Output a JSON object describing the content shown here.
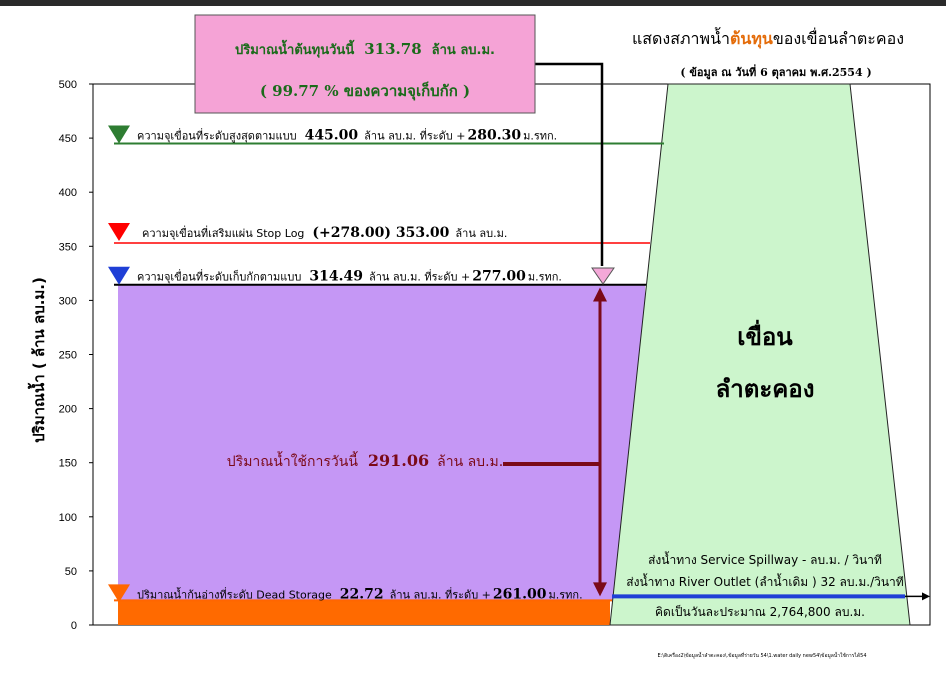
{
  "chart_data": {
    "type": "area",
    "title_parts": [
      "แสดงสภาพน้ำ",
      "ต้นทุน",
      "ของเขื่อนลำตะคอง"
    ],
    "subtitle": "( ข้อมูล ณ วันที่ 6 ตุลาคม พ.ศ.2554 )",
    "ylabel": "ปริมาณน้ำ ( ล้าน ลบ.ม.)",
    "ylim": [
      0,
      500
    ],
    "yticks": [
      0,
      50,
      100,
      150,
      200,
      250,
      300,
      350,
      400,
      450,
      500
    ],
    "grid": false,
    "current_storage": 313.78,
    "current_storage_pct": 99.77,
    "usable_storage": 291.06,
    "levels": [
      {
        "key": "max",
        "value": 445.0,
        "color": "#2e7d32",
        "label": "ความจุเขื่อนที่ระดับสูงสุดตามแบบ",
        "value_text": "445.00",
        "mid_text": "ล้าน ลบ.ม. ที่ระดับ +",
        "elev_text": "280.30",
        "end_text": "ม.รทก."
      },
      {
        "key": "stoplog",
        "value": 353.0,
        "color": "#ff0000",
        "label": "ความจุเขื่อนที่เสริมแผ่น Stop Log",
        "value_text": "(+278.00)  353.00",
        "mid_text": "ล้าน ลบ.ม.",
        "elev_text": "",
        "end_text": ""
      },
      {
        "key": "normal",
        "value": 314.49,
        "color": "#1f3fd6",
        "label": "ความจุเขื่อนที่ระดับเก็บกักตามแบบ",
        "value_text": "314.49",
        "mid_text": "ล้าน ลบ.ม. ที่ระดับ +",
        "elev_text": "277.00",
        "end_text": "ม.รทก."
      },
      {
        "key": "dead",
        "value": 22.72,
        "color": "#ff6600",
        "label": "ปริมาณน้ำก้นอ่างที่ระดับ Dead Storage",
        "value_text": "22.72",
        "mid_text": "ล้าน ลบ.ม. ที่ระดับ +",
        "elev_text": "261.00",
        "end_text": "ม.รทก."
      }
    ],
    "storage_box": {
      "line1_label": "ปริมาณน้ำต้นทุนวันนี้",
      "line1_value": "313.78",
      "line1_unit": "ล้าน ลบ.ม.",
      "line2": "( 99.77 % ของความจุเก็บกัก )"
    },
    "usable_text": {
      "label": "ปริมาณน้ำใช้การวันนี้",
      "value": "291.06",
      "unit": "ล้าน ลบ.ม."
    },
    "dam_name": [
      "เขื่อน",
      "ลำตะคอง"
    ],
    "release": {
      "line1": "ส่งน้ำทาง Service Spillway -  ลบ.ม. / วินาที",
      "line2": "ส่งน้ำทาง River Outlet (ลำน้ำเดิม ) 32  ลบ.ม./วินาที",
      "line3": "คิดเป็นวันละประมาณ  2,764,800  ลบ.ม."
    },
    "footnote": "E:\\ดิเครื่อง2\\ข้อมูลน้ำลำตะคอง\\.ข้อมูลที่ร่ายวัน 54\\1.water daily new54\\ข้อมูลน้ำใช้การได้54"
  }
}
